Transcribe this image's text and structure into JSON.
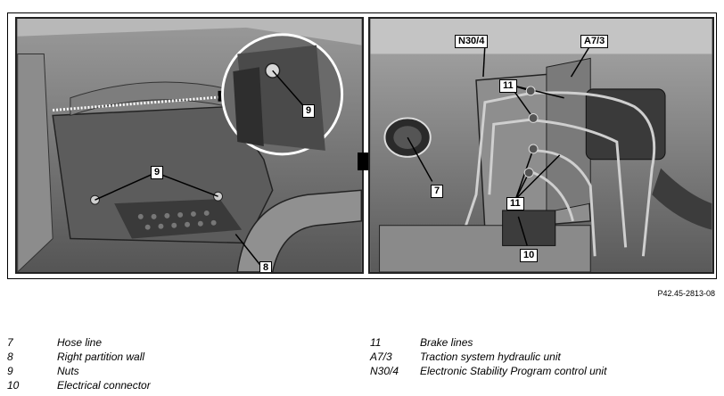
{
  "figure": {
    "ref": "P42.45-2813-08",
    "left_callouts": {
      "c9a": "9",
      "c9b": "9",
      "c8": "8"
    },
    "right_callouts": {
      "n30": "N30/4",
      "a73": "A7/3",
      "c11a": "11",
      "c11b": "11",
      "c7": "7",
      "c10": "10"
    }
  },
  "legend": {
    "left": [
      {
        "num": "7",
        "label": "Hose line"
      },
      {
        "num": "8",
        "label": "Right partition wall"
      },
      {
        "num": "9",
        "label": "Nuts"
      },
      {
        "num": "10",
        "label": "Electrical connector"
      }
    ],
    "right": [
      {
        "num": "11",
        "label": "Brake lines"
      },
      {
        "num": "A7/3",
        "label": "Traction system hydraulic unit"
      },
      {
        "num": "N30/4",
        "label": "Electronic Stability Program control unit"
      }
    ]
  }
}
